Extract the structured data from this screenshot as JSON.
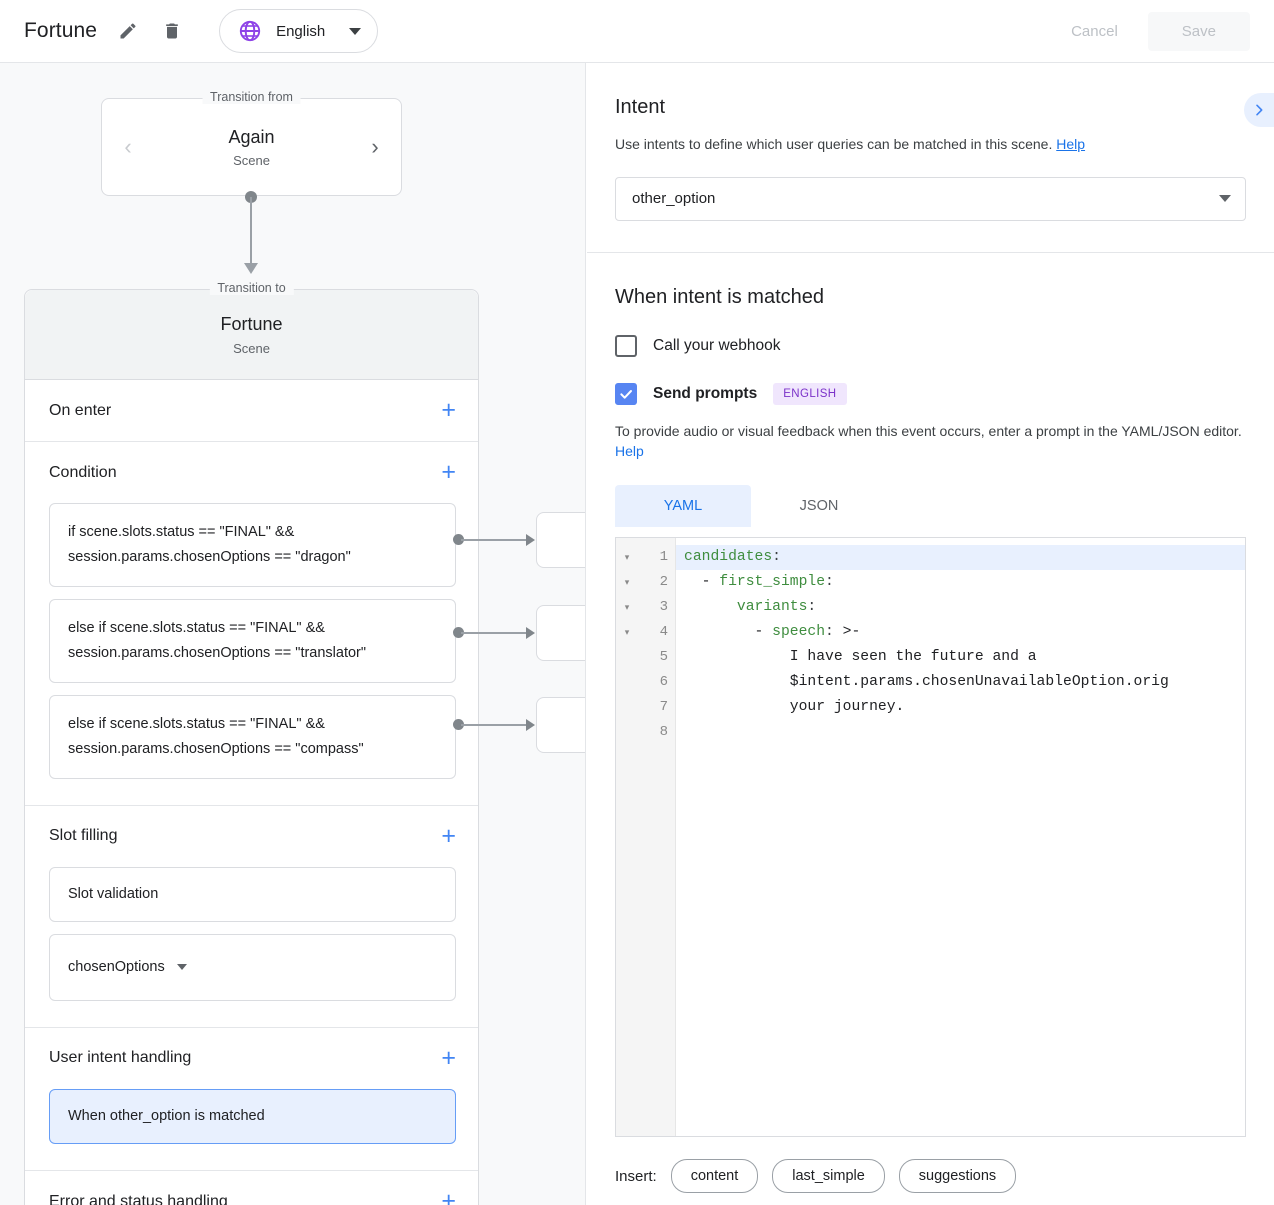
{
  "topbar": {
    "title": "Fortune",
    "edit_icon": "pencil-icon",
    "delete_icon": "trash-icon",
    "language": "English",
    "globe_icon": "globe-icon",
    "cancel_label": "Cancel",
    "save_label": "Save",
    "accent_purple": "#8e43e7"
  },
  "left": {
    "transition_from": {
      "legend": "Transition from",
      "name": "Again",
      "type": "Scene",
      "prev_icon": "chevron-left-icon",
      "next_icon": "chevron-right-icon"
    },
    "transition_to": {
      "legend": "Transition to",
      "name": "Fortune",
      "type": "Scene"
    },
    "sections": [
      {
        "title": "On enter",
        "add_label": "+"
      },
      {
        "title": "Condition",
        "add_label": "+"
      },
      {
        "title": "Slot filling",
        "add_label": "+"
      },
      {
        "title": "User intent handling",
        "add_label": "+"
      },
      {
        "title": "Error and status handling",
        "add_label": "+"
      }
    ],
    "conditions": [
      "if scene.slots.status == \"FINAL\" && session.params.chosenOptions == \"dragon\"",
      "else if scene.slots.status == \"FINAL\" && session.params.chosenOptions == \"translator\"",
      "else if scene.slots.status == \"FINAL\" && session.params.chosenOptions == \"compass\""
    ],
    "slot_filling": {
      "validation_label": "Slot validation",
      "slot_name": "chosenOptions"
    },
    "user_intent_handling": {
      "selected_item": "When other_option is matched"
    }
  },
  "right": {
    "intent": {
      "title": "Intent",
      "description": "Use intents to define which user queries can be matched in this scene.",
      "help_label": "Help",
      "selected_intent": "other_option",
      "expand_icon": "chevron-right-icon"
    },
    "matched": {
      "title": "When intent is matched",
      "webhook_label": "Call your webhook",
      "webhook_checked": false,
      "prompts_label": "Send prompts",
      "prompts_checked": true,
      "language_badge": "ENGLISH",
      "hint": "To provide audio or visual feedback when this event occurs, enter a prompt in the YAML/JSON editor.",
      "hint_help_label": "Help",
      "tabs": [
        {
          "label": "YAML",
          "active": true
        },
        {
          "label": "JSON",
          "active": false
        }
      ]
    },
    "editor": {
      "line_numbers": [
        "1",
        "2",
        "3",
        "4",
        "5",
        "6",
        "7",
        "8"
      ],
      "fold_markers": [
        "▾",
        "▾",
        "▾",
        "▾",
        "",
        "",
        "",
        ""
      ],
      "lines": [
        "candidates:",
        "  - first_simple:",
        "      variants:",
        "        - speech: >-",
        "            I have seen the future and a",
        "            $intent.params.chosenUnavailableOption.orig",
        "            your journey.",
        ""
      ],
      "highlighted_line": 1
    },
    "insert": {
      "label": "Insert:",
      "chips": [
        "content",
        "last_simple",
        "suggestions"
      ]
    }
  }
}
